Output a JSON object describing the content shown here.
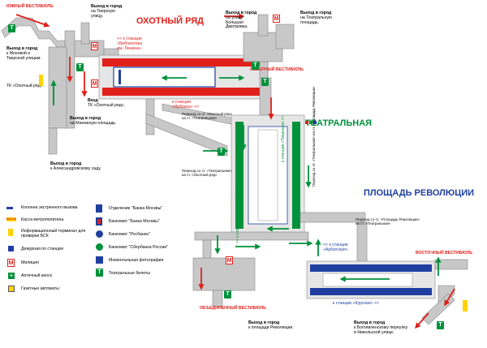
{
  "stations": {
    "okhotny": "ОХОТНЫЙ РЯД",
    "teatralnaya": "ТЕАТРАЛЬНАЯ",
    "revolyutsii": "ПЛОЩАДЬ РЕВОЛЮЦИИ"
  },
  "vestibules": {
    "south": "ЮЖНЫЙ ВЕСТИБЮЛЬ",
    "north": "СЕВЕРНЫЙ ВЕСТИБЮЛЬ",
    "combined": "ОБЪЕДИНЕННЫЙ ВЕСТИБЮЛЬ",
    "east": "ВОСТОЧНЫЙ ВЕСТИБЮЛЬ"
  },
  "exits": {
    "tverskaya": [
      "Выход в город",
      "на Тверскую",
      "улицу."
    ],
    "mokhovaya": [
      "Выход в город",
      "к Моховой и",
      "Тверской улицам."
    ],
    "tk1": "ТК «Охотный ряд».",
    "tk2_title": "Вход",
    "tk2": "ТК «Охотный ряд».",
    "manezhnaya": [
      "Выход в город",
      "на Манежную площадь."
    ],
    "aleksandrovsky": [
      "Выход в город",
      "к Александровскому саду."
    ],
    "dmitrovka": [
      "Выход в город",
      "на улицу",
      "Большая",
      "Дмитровка."
    ],
    "teatralnaya_sq": [
      "Выход в город",
      "на Театральную",
      "площадь."
    ],
    "ploshchad_rev": [
      "Выход в город",
      "к площади Революции."
    ],
    "bogoyavlensky": [
      "Выход в город",
      "к Богоявленскому переулку",
      "и Никольской улице."
    ]
  },
  "directions": {
    "biblioteka": [
      "<< к станции",
      "«Библиотека",
      "им. Ленина»"
    ],
    "lubyanka": [
      "к станции",
      "«Лубянка» >>"
    ],
    "tverskaya_st": "к станции «Тверская» >>",
    "novokuznetskaya": "<< к станции «Новокузнецкая»",
    "arbatskaya": [
      "<< к станции",
      "«Арбатская»"
    ],
    "kurskaya": "к станции «Курская» >>"
  },
  "transfers": {
    "t1": [
      "Переход со ст. «Охотный ряд»",
      "на ст. «Театральная»"
    ],
    "t2": [
      "Переход со ст. «Театральная»",
      "на ст. «Охотный ряд»"
    ],
    "t3": [
      "Переход со ст. «Театральная»",
      "на ст. «Площадь Революции»"
    ],
    "t4": [
      "Переход со ст. «Площадь Революции»",
      "на ст. «Театральная»"
    ]
  },
  "legend": [
    {
      "icon": "sos-column-icon",
      "label": "Колонна экстренного вызова"
    },
    {
      "icon": "ticket-office-icon",
      "label": "Касса метрополитена"
    },
    {
      "icon": "bsk-terminal-icon",
      "label": "Информационный терминал для проверки БСК"
    },
    {
      "icon": "duty-officer-icon",
      "label": "Дежурная по станции"
    },
    {
      "icon": "police-icon",
      "label": "Милиция"
    },
    {
      "icon": "pharmacy-kiosk-icon",
      "label": "Аптечный киоск"
    },
    {
      "icon": "newspaper-machine-icon",
      "label": "Газетные автоматы"
    },
    {
      "icon": "bank-moscow-office-icon",
      "label": "Отделение \"Банка Москвы\""
    },
    {
      "icon": "atm-bank-moscow-icon",
      "label": "Банкомат \"Банка Москвы\""
    },
    {
      "icon": "atm-rosbank-icon",
      "label": "Банкомат \"Росбанка\""
    },
    {
      "icon": "atm-sberbank-icon",
      "label": "Банкомат \"Сбербанка России\""
    },
    {
      "icon": "photo-booth-icon",
      "label": "Моментальная фотография"
    },
    {
      "icon": "theatre-tickets-icon",
      "label": "Театральные билеты"
    }
  ],
  "kassa_label": "КАССА",
  "icon_letters": {
    "t": "T",
    "m": "M"
  },
  "colors": {
    "line_red": "#e0201b",
    "line_green": "#00913b",
    "line_blue": "#1f3fa0",
    "corridor": "#c8c8c8",
    "arrow_green": "#00913b",
    "arrow_red": "#e0201b"
  }
}
